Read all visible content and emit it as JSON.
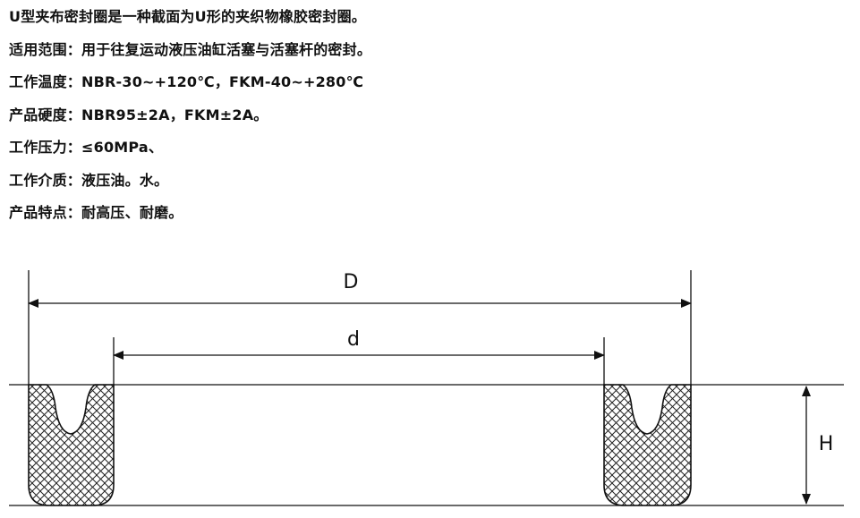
{
  "spec": {
    "title": "U型夹布密封圈是一种截面为U形的夹织物橡胶密封圈。",
    "rows": [
      {
        "label": "适用范围：",
        "value": "用于往复运动液压油缸活塞与活塞杆的密封。"
      },
      {
        "label": "工作温度：",
        "value": "NBR-30~+120℃，FKM-40~+280℃"
      },
      {
        "label": "产品硬度：",
        "value": "NBR95±2A，FKM±2A。"
      },
      {
        "label": "工作压力：",
        "value": "≤60MPa、"
      },
      {
        "label": "工作介质：",
        "value": "液压油。水。"
      },
      {
        "label": "产品特点：",
        "value": "耐高压、耐磨。"
      }
    ]
  },
  "drawing": {
    "label_outer_diameter": "D",
    "label_inner_diameter": "d",
    "label_height": "H"
  }
}
